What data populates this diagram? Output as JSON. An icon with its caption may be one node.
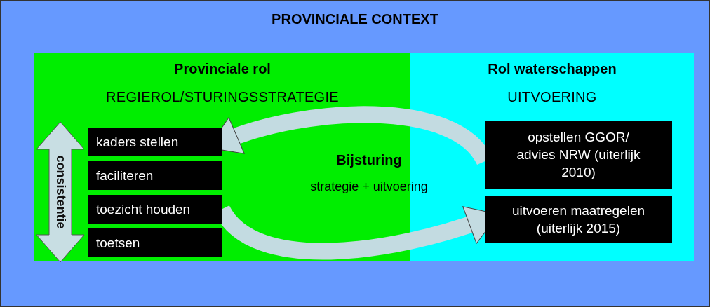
{
  "diagram": {
    "nodes": [
      {
        "text": [
          "PROVINCIALE CONTEXT"
        ]
      },
      {
        "text": [
          "Provinciale rol",
          "REGIEROL/STURINGSSTRATEGIE"
        ],
        "in": 0
      },
      {
        "text": [
          "Rol waterschappen",
          "UITVOERING"
        ],
        "in": 0
      },
      {
        "text": [
          "kaders stellen"
        ],
        "in": 1
      },
      {
        "text": [
          "faciliteren"
        ],
        "in": 1
      },
      {
        "text": [
          "toezicht houden"
        ],
        "in": 1
      },
      {
        "text": [
          "toetsen"
        ],
        "in": 1
      },
      {
        "text": [
          "consistentie"
        ],
        "in": 1
      },
      {
        "text": [
          "Bijsturing",
          "strategie + uitvoering"
        ],
        "in": 0
      },
      {
        "text": [
          "opstellen GGOR/ advies NRW (uiterlijk 2010)"
        ],
        "in": 2
      },
      {
        "text": [
          "uitvoeren maatregelen (uiterlijk 2015)"
        ],
        "in": 2
      }
    ],
    "edges": [
      {
        "from": 9,
        "to": 3,
        "arrow": "to"
      },
      {
        "from": 5,
        "to": 10,
        "arrow": "to"
      }
    ]
  }
}
